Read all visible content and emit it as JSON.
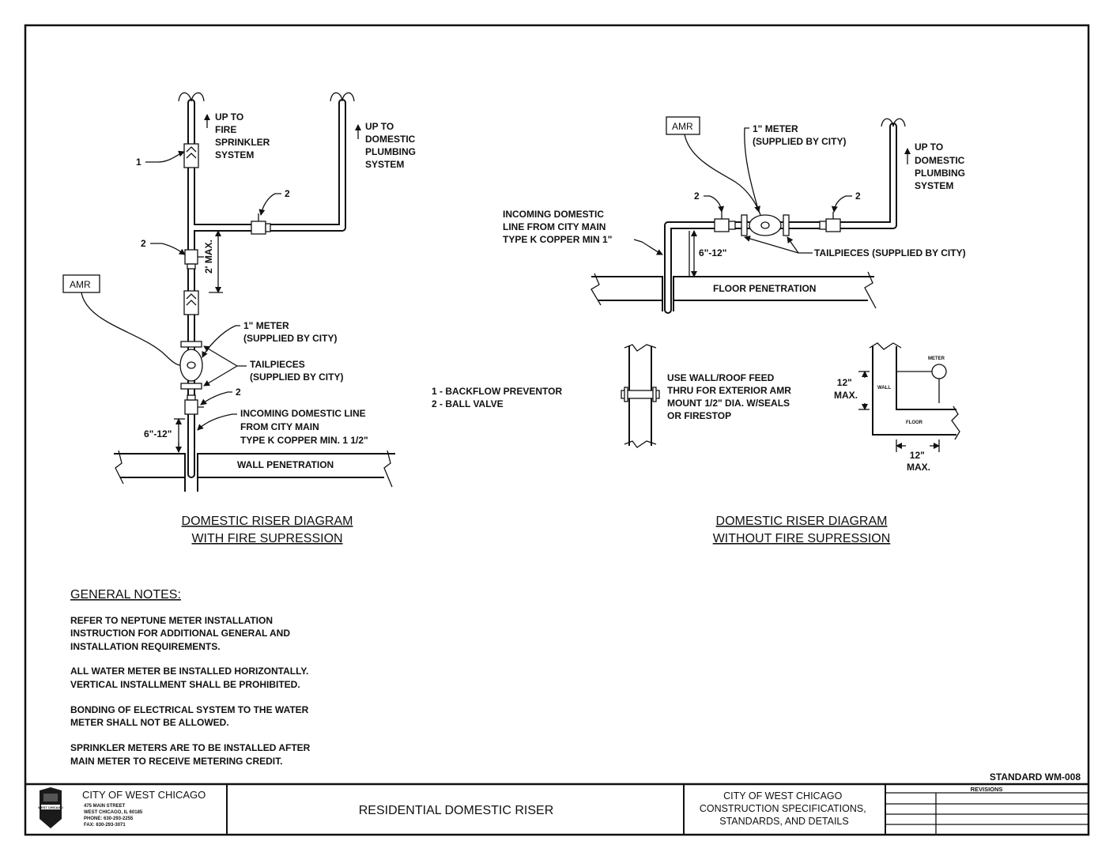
{
  "left_diagram": {
    "title_line1": "DOMESTIC RISER DIAGRAM",
    "title_line2": "WITH FIRE SUPRESSION",
    "up_fire": [
      "UP TO",
      "FIRE",
      "SPRINKLER",
      "SYSTEM"
    ],
    "up_domestic": [
      "UP TO",
      "DOMESTIC",
      "PLUMBING",
      "SYSTEM"
    ],
    "callout_1": "1",
    "callout_2a": "2",
    "callout_2b": "2",
    "callout_2c": "2",
    "dim_2max": "2' MAX.",
    "amr": "AMR",
    "meter": [
      "1\" METER",
      "(SUPPLIED BY CITY)"
    ],
    "tailpieces": [
      "TAILPIECES",
      "(SUPPLIED BY CITY)"
    ],
    "incoming": [
      "INCOMING DOMESTIC LINE",
      "FROM CITY MAIN",
      "TYPE K COPPER MIN. 1 1/2\""
    ],
    "dim_6_12": "6\"-12\"",
    "penetration": "WALL PENETRATION"
  },
  "right_diagram": {
    "title_line1": "DOMESTIC RISER DIAGRAM",
    "title_line2": "WITHOUT FIRE SUPRESSION",
    "amr": "AMR",
    "meter": [
      "1\" METER",
      "(SUPPLIED BY CITY)"
    ],
    "callout_2a": "2",
    "callout_2b": "2",
    "up_domestic": [
      "UP TO",
      "DOMESTIC",
      "PLUMBING",
      "SYSTEM"
    ],
    "incoming": [
      "INCOMING DOMESTIC",
      "LINE FROM CITY MAIN",
      "TYPE K COPPER MIN 1\""
    ],
    "tailpieces": "TAILPIECES (SUPPLIED BY CITY)",
    "dim_6_12": "6\"-12\"",
    "penetration": "FLOOR PENETRATION"
  },
  "legend": [
    "1 - BACKFLOW PREVENTOR",
    "2 - BALL VALVE"
  ],
  "wall_feed_note": [
    "USE WALL/ROOF FEED",
    "THRU FOR EXTERIOR AMR",
    "MOUNT 1/2\" DIA. W/SEALS",
    "OR FIRESTOP"
  ],
  "meter_detail": {
    "meter": "METER",
    "wall": "WALL",
    "floor": "FLOOR",
    "dim_v": [
      "12\"",
      "MAX."
    ],
    "dim_h": [
      "12\"",
      "MAX."
    ]
  },
  "general_notes": {
    "heading": "GENERAL NOTES:",
    "notes": [
      [
        "REFER TO NEPTUNE METER INSTALLATION",
        "INSTRUCTION FOR ADDITIONAL GENERAL AND",
        "INSTALLATION REQUIREMENTS."
      ],
      [
        "ALL WATER METER BE INSTALLED HORIZONTALLY.",
        "VERTICAL INSTALLMENT SHALL BE PROHIBITED."
      ],
      [
        "BONDING OF ELECTRICAL SYSTEM TO THE WATER",
        "METER SHALL NOT BE ALLOWED."
      ],
      [
        "SPRINKLER METERS ARE TO BE INSTALLED AFTER",
        "MAIN METER TO RECEIVE METERING CREDIT."
      ]
    ]
  },
  "standard": "STANDARD WM-008",
  "title_block": {
    "org": "CITY OF WEST CHICAGO",
    "address": [
      "475 MAIN STREET",
      "WEST CHICAGO, IL 60185",
      "PHONE: 630-293-2255",
      "FAX: 630-293-3071"
    ],
    "seal_text": "WEST CHICAGO",
    "drawing_title": "RESIDENTIAL DOMESTIC RISER",
    "spec": [
      "CITY OF WEST CHICAGO",
      "CONSTRUCTION SPECIFICATIONS,",
      "STANDARDS, AND DETAILS"
    ],
    "revisions": "REVISIONS"
  }
}
